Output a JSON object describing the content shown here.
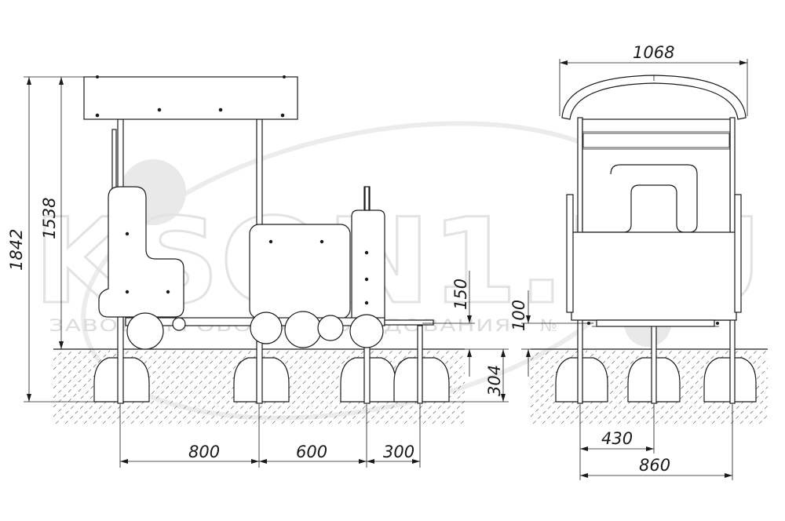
{
  "watermark": {
    "logo_text": "KSON1.RU",
    "tagline": "ЗАВОД ИГРОВОГО ОБОРУДОВАНИЯ",
    "number_sign": "№"
  },
  "side_view": {
    "dimensions": {
      "total_height": "1842",
      "frame_height": "1538",
      "step_height": "150",
      "foundation_depth": "304",
      "spacing_1": "800",
      "spacing_2": "600",
      "spacing_3": "300"
    }
  },
  "front_view": {
    "dimensions": {
      "roof_width": "1068",
      "seat_height": "100",
      "post_spacing": "430",
      "base_width": "860"
    }
  }
}
